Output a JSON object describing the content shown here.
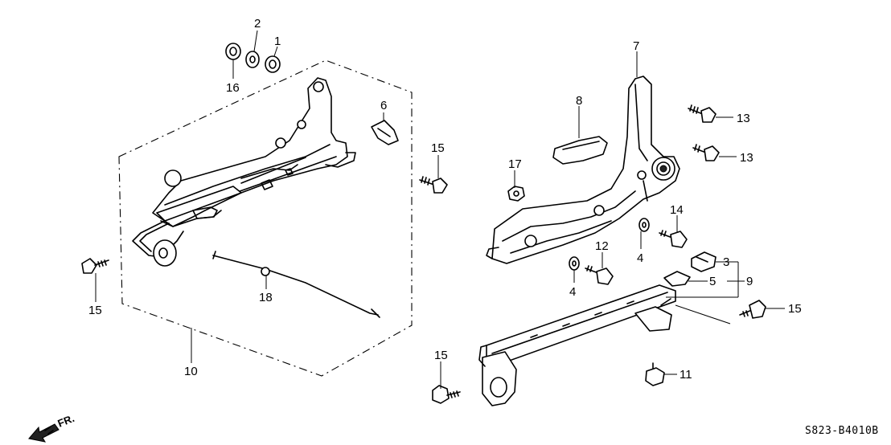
{
  "diagram": {
    "callouts": {
      "c1": "1",
      "c2": "2",
      "c3": "3",
      "c4a": "4",
      "c4b": "4",
      "c5": "5",
      "c6": "6",
      "c7": "7",
      "c8": "8",
      "c9": "9",
      "c10": "10",
      "c11": "11",
      "c12": "12",
      "c13a": "13",
      "c13b": "13",
      "c14": "14",
      "c15a": "15",
      "c15b": "15",
      "c15c": "15",
      "c15d": "15",
      "c16": "16",
      "c17": "17",
      "c18": "18"
    },
    "front_indicator": "FR.",
    "part_code": "S823-B4010B"
  }
}
